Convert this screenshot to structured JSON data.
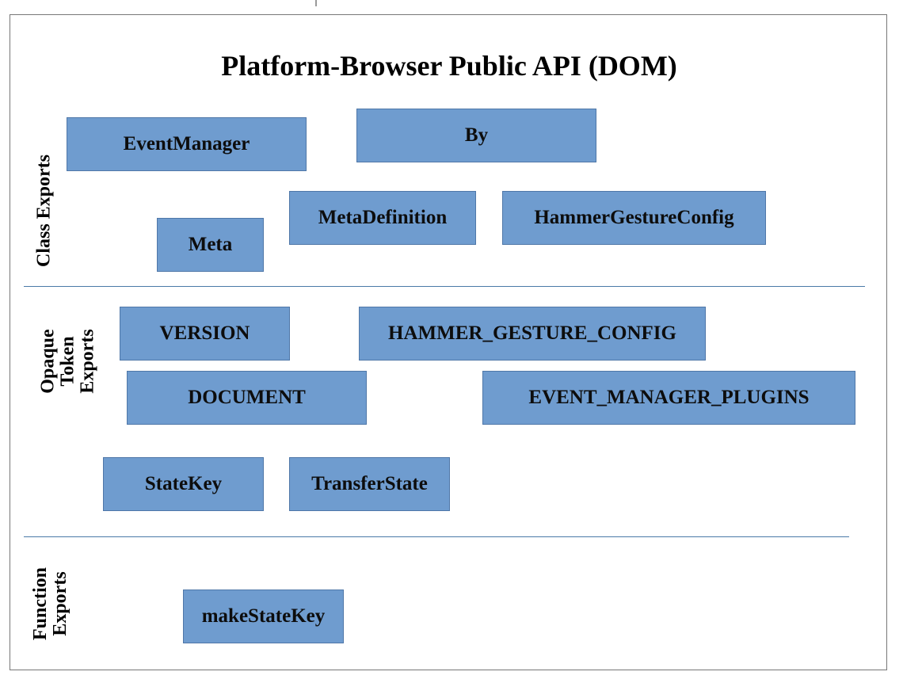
{
  "title": "Platform-Browser Public API (DOM)",
  "sections": {
    "class_exports": {
      "label": "Class Exports",
      "items": {
        "event_manager": "EventManager",
        "by": "By",
        "meta_definition": "MetaDefinition",
        "hammer_gesture_config": "HammerGestureConfig",
        "meta": "Meta"
      }
    },
    "opaque_token_exports": {
      "label": "Opaque\nToken\nExports",
      "items": {
        "version": "VERSION",
        "hammer_gesture_config_token": "HAMMER_GESTURE_CONFIG",
        "document": "DOCUMENT",
        "event_manager_plugins": "EVENT_MANAGER_PLUGINS",
        "state_key": "StateKey",
        "transfer_state": "TransferState"
      }
    },
    "function_exports": {
      "label": "Function\nExports",
      "items": {
        "make_state_key": "makeStateKey"
      }
    }
  },
  "colors": {
    "box_fill": "#6f9ccf",
    "box_border": "#4f77a8",
    "divider": "#4a7aa8",
    "frame": "#777777"
  }
}
